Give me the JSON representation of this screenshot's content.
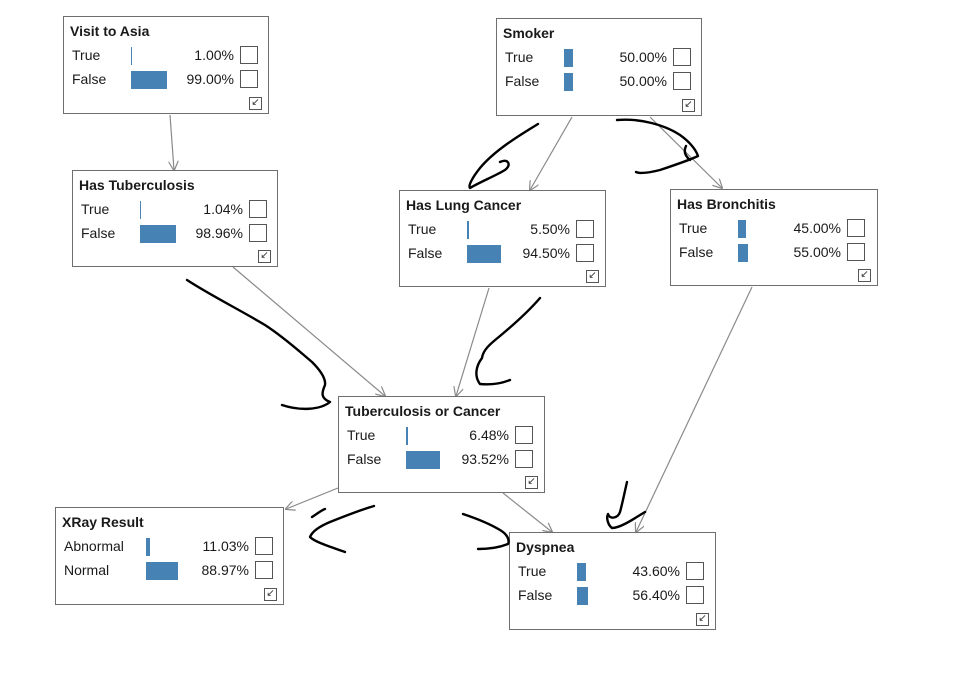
{
  "nodes": [
    {
      "id": "visit-to-asia",
      "title": "Visit to Asia",
      "rows": [
        {
          "label": "True",
          "pct": "1.00%",
          "p": 0.01
        },
        {
          "label": "False",
          "pct": "99.00%",
          "p": 0.99
        }
      ]
    },
    {
      "id": "smoker",
      "title": "Smoker",
      "rows": [
        {
          "label": "True",
          "pct": "50.00%",
          "p": 0.5
        },
        {
          "label": "False",
          "pct": "50.00%",
          "p": 0.5
        }
      ]
    },
    {
      "id": "has-tuberculosis",
      "title": "Has Tuberculosis",
      "rows": [
        {
          "label": "True",
          "pct": "1.04%",
          "p": 0.0104
        },
        {
          "label": "False",
          "pct": "98.96%",
          "p": 0.9896
        }
      ]
    },
    {
      "id": "has-lung-cancer",
      "title": "Has Lung Cancer",
      "rows": [
        {
          "label": "True",
          "pct": "5.50%",
          "p": 0.055
        },
        {
          "label": "False",
          "pct": "94.50%",
          "p": 0.945
        }
      ]
    },
    {
      "id": "has-bronchitis",
      "title": "Has Bronchitis",
      "rows": [
        {
          "label": "True",
          "pct": "45.00%",
          "p": 0.45
        },
        {
          "label": "False",
          "pct": "55.00%",
          "p": 0.55
        }
      ]
    },
    {
      "id": "tuberculosis-or-cancer",
      "title": "Tuberculosis or Cancer",
      "rows": [
        {
          "label": "True",
          "pct": "6.48%",
          "p": 0.0648
        },
        {
          "label": "False",
          "pct": "93.52%",
          "p": 0.9352
        }
      ]
    },
    {
      "id": "xray-result",
      "title": "XRay Result",
      "rows": [
        {
          "label": "Abnormal",
          "pct": "11.03%",
          "p": 0.1103
        },
        {
          "label": "Normal",
          "pct": "88.97%",
          "p": 0.8897
        }
      ]
    },
    {
      "id": "dyspnea",
      "title": "Dyspnea",
      "rows": [
        {
          "label": "True",
          "pct": "43.60%",
          "p": 0.436
        },
        {
          "label": "False",
          "pct": "56.40%",
          "p": 0.564
        }
      ]
    }
  ],
  "edges": [
    {
      "from": "visit-to-asia",
      "to": "has-tuberculosis"
    },
    {
      "from": "smoker",
      "to": "has-lung-cancer"
    },
    {
      "from": "smoker",
      "to": "has-bronchitis"
    },
    {
      "from": "has-tuberculosis",
      "to": "tuberculosis-or-cancer"
    },
    {
      "from": "has-lung-cancer",
      "to": "tuberculosis-or-cancer"
    },
    {
      "from": "tuberculosis-or-cancer",
      "to": "xray-result"
    },
    {
      "from": "tuberculosis-or-cancer",
      "to": "dyspnea"
    },
    {
      "from": "has-bronchitis",
      "to": "dyspnea"
    }
  ],
  "colors": {
    "bar": "#4682b4",
    "edge": "#8a8a8a",
    "border": "#6f6f6f",
    "ink": "#000000"
  },
  "icons": {
    "expand": "expand-arrow-icon"
  }
}
